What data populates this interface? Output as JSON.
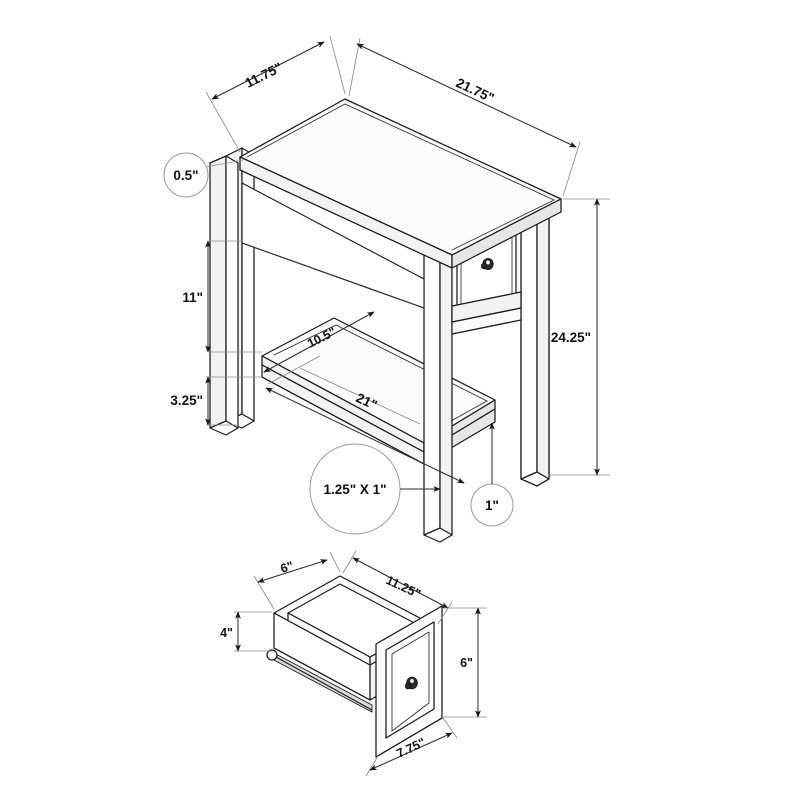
{
  "document": {
    "type": "technical-dimension-drawing",
    "subject": "Accent end table with one drawer and open lower shelf",
    "units": "inches",
    "background_color": "#ffffff",
    "line_color": "#1a1a1a",
    "dimension_color": "#2e2e2e",
    "extension_color": "#8c8c8c",
    "callout_color": "#9a9a9a"
  },
  "views": {
    "main": {
      "name": "Assembled table isometric view",
      "dimensions": {
        "depth_top": "11.75\"",
        "width_top": "21.75\"",
        "top_thickness": "0.5\"",
        "leg_clearance": "11\"",
        "shelf_to_floor": "3.25\"",
        "shelf_depth": "10.5\"",
        "shelf_width": "21\"",
        "overall_height": "24.25\"",
        "leg_section": "1.25\" X 1\"",
        "stretcher_thickness": "1\""
      }
    },
    "drawer": {
      "name": "Drawer box isometric view",
      "dimensions": {
        "side_depth": "6\"",
        "box_width": "11.25\"",
        "box_height": "4\"",
        "face_height": "6\"",
        "face_width": "7.75\""
      }
    }
  },
  "labels": {
    "depth_top": "11.75\"",
    "width_top": "21.75\"",
    "top_thickness": "0.5\"",
    "leg_clearance": "11\"",
    "shelf_to_floor": "3.25\"",
    "shelf_depth": "10.5\"",
    "shelf_width": "21\"",
    "overall_height": "24.25\"",
    "leg_section": "1.25\" X 1\"",
    "stretcher_thickness": "1\"",
    "drawer_side_depth": "6\"",
    "drawer_box_width": "11.25\"",
    "drawer_box_height": "4\"",
    "drawer_face_height": "6\"",
    "drawer_face_width": "7.75\""
  },
  "parts": {
    "tabletop": "tabletop-panel",
    "apron": "front-apron",
    "drawer_front": "drawer-front-panel",
    "knob": "drawer-knob",
    "legs": [
      "leg-front-left",
      "leg-front-right",
      "leg-back-left",
      "leg-back-right"
    ],
    "shelf": "lower-shelf-panel",
    "drawer_box": "drawer-box",
    "drawer_slide": "drawer-slide-rail"
  }
}
